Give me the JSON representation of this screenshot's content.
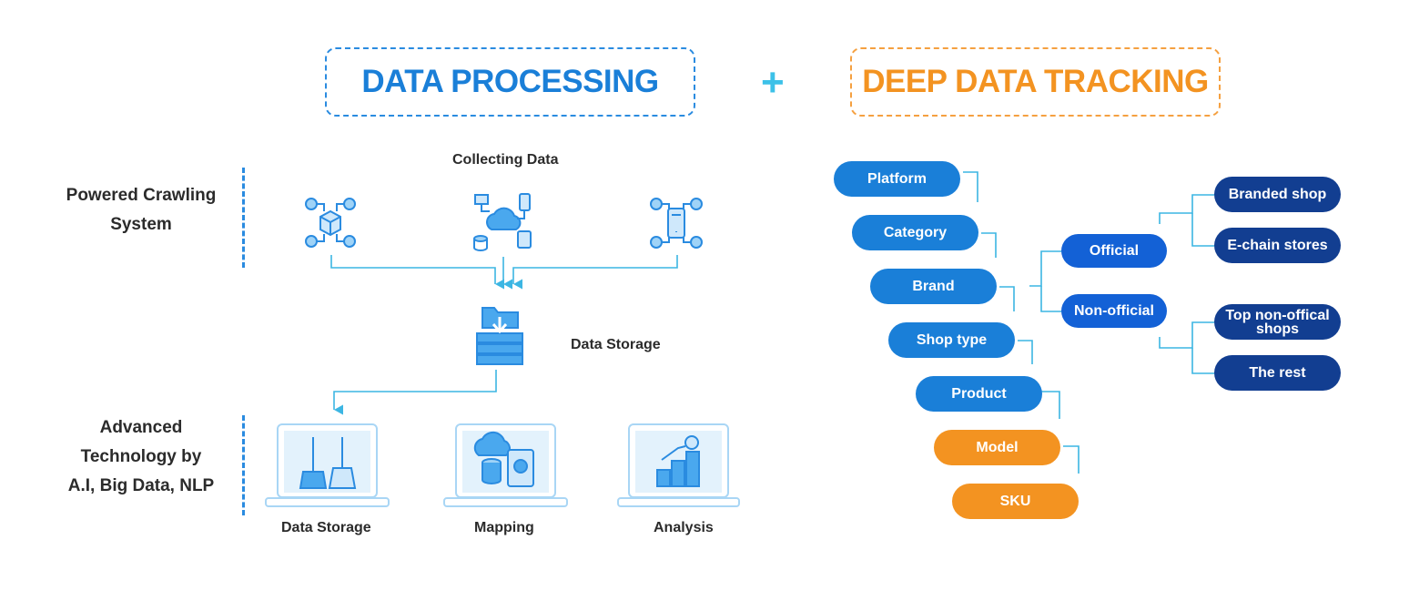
{
  "header": {
    "left_title": "DATA PROCESSING",
    "plus": "+",
    "right_title": "DEEP DATA TRACKING"
  },
  "left": {
    "powered_label_line1": "Powered Crawling",
    "powered_label_line2": "System",
    "advanced_line1": "Advanced",
    "advanced_line2": "Technology by",
    "advanced_line3": "A.I, Big Data, NLP",
    "collecting_label": "Collecting Data",
    "storage_label": "Data Storage",
    "bottom_labels": [
      "Data Storage",
      "Mapping",
      "Analysis"
    ]
  },
  "tracking": {
    "levels": [
      "Platform",
      "Category",
      "Brand",
      "Shop type",
      "Product",
      "Model",
      "SKU"
    ],
    "shop_types": [
      "Official",
      "Non-official"
    ],
    "official_children": [
      "Branded shop",
      "E-chain stores"
    ],
    "nonofficial_children_line1": "Top non-offical",
    "nonofficial_children_line2": "shops",
    "rest": "The rest"
  },
  "colors": {
    "blue": "#1a7fd8",
    "orange": "#f39321",
    "royal": "#1361d6",
    "navy": "#123e91",
    "connector": "#3cb6e3"
  }
}
